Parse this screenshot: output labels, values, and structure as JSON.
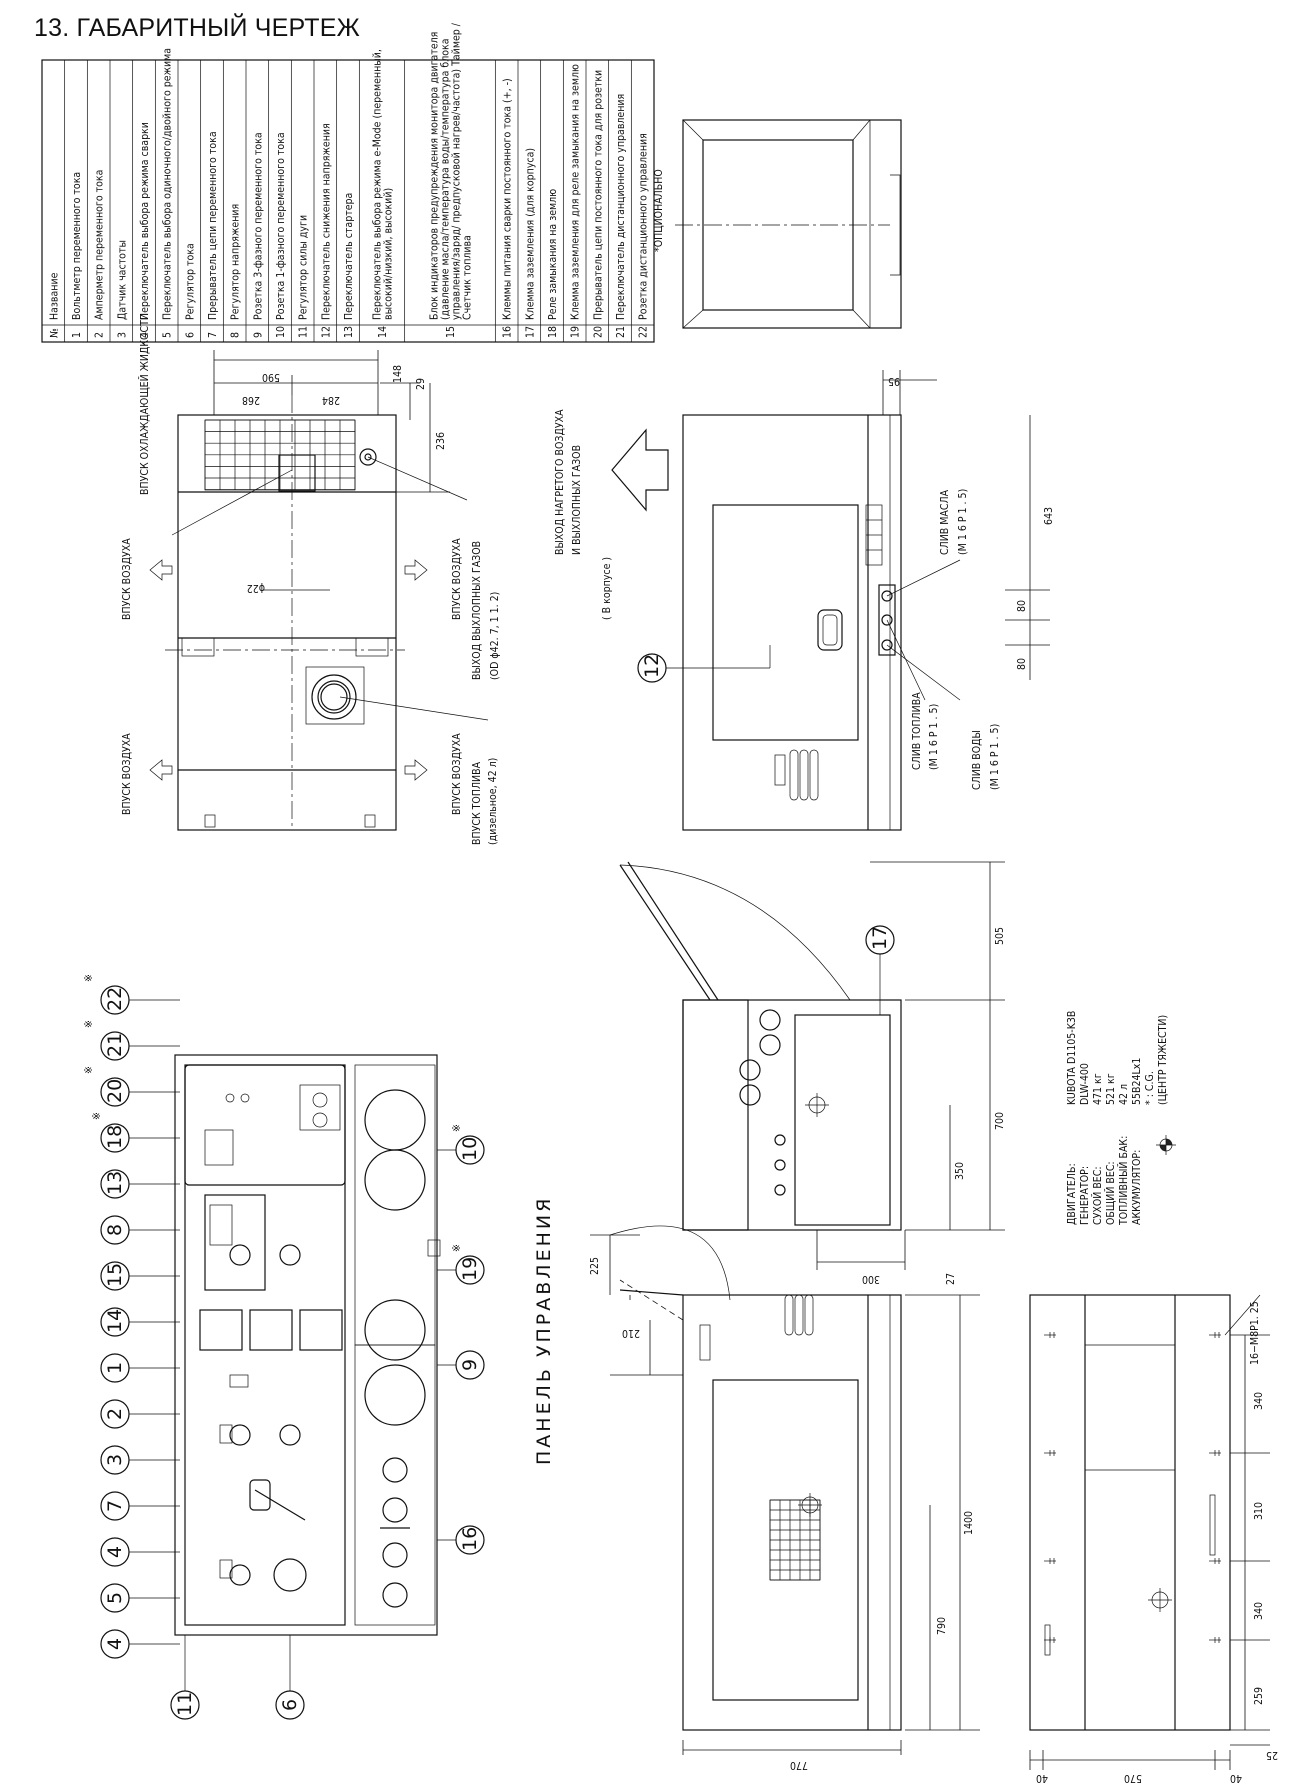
{
  "title": "13. ГАБАРИТНЫЙ ЧЕРТЕЖ",
  "legend": {
    "header_no": "№",
    "header_name": "Название",
    "items": [
      {
        "no": "1",
        "name": "Вольтметр переменного тока"
      },
      {
        "no": "2",
        "name": "Амперметр переменного тока"
      },
      {
        "no": "3",
        "name": "Датчик частоты"
      },
      {
        "no": "4",
        "name": "Переключатель выбора режима сварки"
      },
      {
        "no": "5",
        "name": "Переключатель выбора одиночного/двойного режима"
      },
      {
        "no": "6",
        "name": "Регулятор тока"
      },
      {
        "no": "7",
        "name": "Прерыватель цепи переменного тока"
      },
      {
        "no": "8",
        "name": "Регулятор напряжения"
      },
      {
        "no": "9",
        "name": "Розетка 3-фазного переменного тока"
      },
      {
        "no": "10",
        "name": "Розетка 1-фазного переменного тока"
      },
      {
        "no": "11",
        "name": "Регулятор силы дуги"
      },
      {
        "no": "12",
        "name": "Переключатель снижения напряжения"
      },
      {
        "no": "13",
        "name": "Переключатель стартера"
      },
      {
        "no": "14",
        "name": "Переключатель выбора режима e-Mode (переменный, высокий/низкий, высокий)"
      },
      {
        "no": "15",
        "name": "Блок индикаторов предупреждения монитора двигателя (давление масла/температура воды/температура блока управления/заряд/ предпусковой нагрев/частота) Таймер / Счетчик топлива"
      },
      {
        "no": "16",
        "name": "Клеммы питания сварки постоянного тока (+, -)"
      },
      {
        "no": "17",
        "name": "Клемма заземления (для корпуса)"
      },
      {
        "no": "18",
        "name": "Реле замыкания на землю"
      },
      {
        "no": "19",
        "name": "Клемма заземления для реле замыкания на землю"
      },
      {
        "no": "20",
        "name": "Прерыватель цепи постоянного тока для розетки"
      },
      {
        "no": "21",
        "name": "Переключатель дистанционного управления"
      },
      {
        "no": "22",
        "name": "Розетка дистанционного управления"
      }
    ]
  },
  "optional_note": "*ОПЦИОНАЛЬНО",
  "top_view": {
    "label_coolant": "ВПУСК ОХЛАЖДАЮЩЕЙ ЖИДКОСТИ",
    "label_air_left_1": "ВПУСК ВОЗДУХА",
    "label_air_left_2": "ВПУСК ВОЗДУХА",
    "label_air_right_1": "ВПУСК ВОЗДУХА",
    "label_air_right_2": "ВПУСК ВОЗДУХА",
    "label_exhaust": "ВЫХОД ВЫХЛОПНЫХ ГАЗОВ",
    "label_exhaust_size": "(OD ϕ42. 7, 1 1. 2)",
    "label_fuel": "ВПУСК ТОПЛИВА",
    "label_fuel_note": "(дизельное, 42 л)",
    "dim_590": "590",
    "dim_268": "268",
    "dim_284": "284",
    "dim_148": "148",
    "dim_29": "29",
    "dim_236": "236",
    "dim_phi22": "ϕ22"
  },
  "front_view": {
    "label_hot_air_1": "ВЫХОД НАГРЕТОГО ВОЗДУХА",
    "label_hot_air_2": "И ВЫХЛОПНЫХ ГАЗОВ",
    "label_in_case": "( В корпусе )",
    "callout_12": "12",
    "label_oil": "СЛИВ МАСЛА",
    "label_oil_spec": "(M 1 6 P 1 . 5)",
    "label_fuel_drain": "СЛИВ ТОПЛИВА",
    "label_fuel_spec": "(M 1 6 P 1 . 5)",
    "label_water": "СЛИВ ВОДЫ",
    "label_water_spec": "(M 1 6 P 1 . 5)",
    "dim_95": "95",
    "dim_643": "643",
    "dim_80a": "80",
    "dim_80b": "80"
  },
  "side_view": {
    "callout_17": "17",
    "dim_505": "505",
    "dim_700": "700",
    "dim_350": "350",
    "dim_300": "300"
  },
  "specs": {
    "labels": [
      "ДВИГАТЕЛЬ:",
      "ГЕНЕРАТОР:",
      "СУХОЙ ВЕС:",
      "ОБЩИЙ ВЕС:",
      "ТОПЛИВНЫЙ БАК:",
      "АККУМУЛЯТОР:"
    ],
    "values": [
      "KUBOTA D1105-K3B",
      "DLW-400",
      "471 кг",
      "521 кг",
      "42 л",
      "55B24Lx1"
    ],
    "cg_label": "* : C.G.",
    "cg_note": "(ЦЕНТР ТЯЖЕСТИ)"
  },
  "panel": {
    "title": "ПАНЕЛЬ УПРАВЛЕНИЯ",
    "callouts_top": [
      "22",
      "21",
      "20",
      "18",
      "13",
      "8",
      "15",
      "14",
      "1",
      "2",
      "3",
      "7",
      "4",
      "5",
      "4"
    ],
    "callouts_right": [
      "10",
      "19",
      "9",
      "16"
    ],
    "callouts_bottom": [
      "11",
      "6"
    ],
    "star": "※"
  },
  "bottom_left_view": {
    "dim_225": "225",
    "dim_27": "27",
    "dim_210": "210",
    "dim_1400": "1400",
    "dim_790": "790",
    "dim_770": "770"
  },
  "bottom_right_view": {
    "bolt_spec": "16−M8P1. 25",
    "dim_340a": "340",
    "dim_310": "310",
    "dim_340b": "340",
    "dim_259": "259",
    "dim_25": "25",
    "dim_40a": "40",
    "dim_570": "570",
    "dim_40b": "40"
  }
}
